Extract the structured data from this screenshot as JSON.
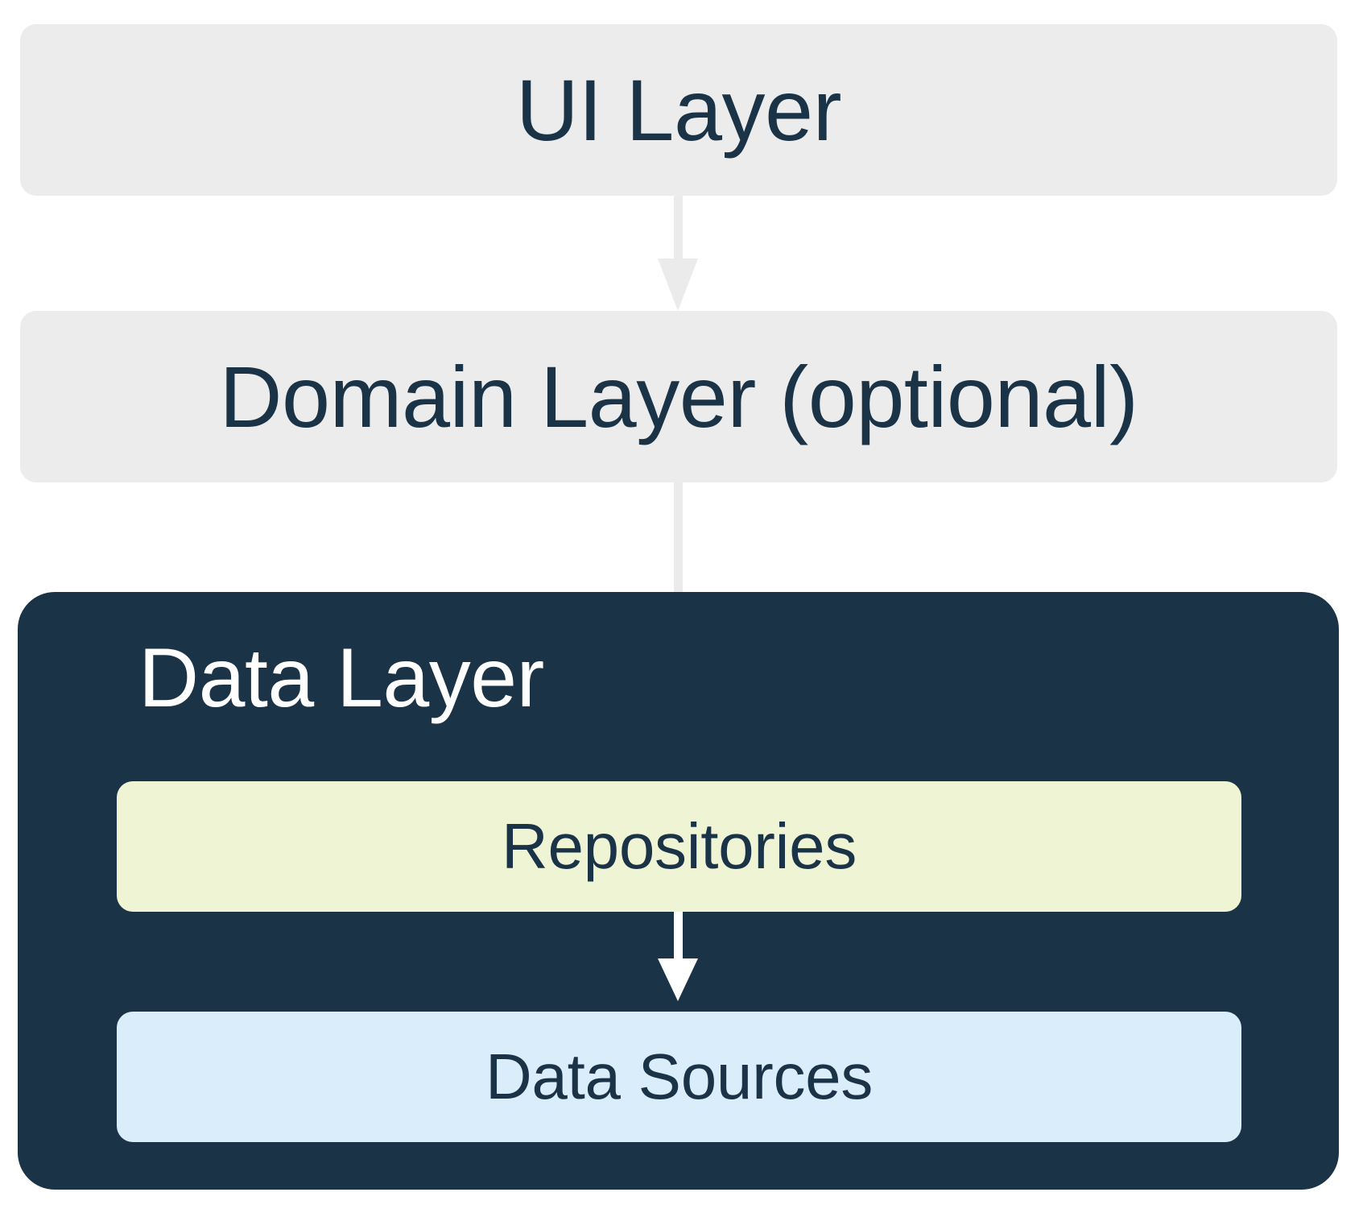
{
  "diagram": {
    "title": "Android app architecture layers",
    "colors": {
      "light_box_bg": "#ececec",
      "dark_box_bg": "#1b3347",
      "repositories_bg": "#eef4d4",
      "data_sources_bg": "#daedfb",
      "text_dark": "#1b3347",
      "text_light": "#ffffff",
      "arrow_grey": "#ebebeb",
      "arrow_white": "#ffffff",
      "page_bg": "#ffffff"
    },
    "nodes": {
      "ui_layer": {
        "label": "UI Layer"
      },
      "domain_layer": {
        "label": "Domain Layer (optional)"
      },
      "data_layer": {
        "label": "Data Layer"
      },
      "repositories": {
        "label": "Repositories"
      },
      "data_sources": {
        "label": "Data Sources"
      }
    },
    "edges": [
      {
        "name": "ui-to-domain",
        "from": "UI Layer",
        "to": "Domain Layer (optional)",
        "style": "arrow-down",
        "color": "#ebebeb"
      },
      {
        "name": "domain-to-repositories",
        "from": "Domain Layer (optional)",
        "to": "Repositories",
        "style": "arrow-down",
        "color": "#ffffff"
      },
      {
        "name": "repositories-to-data-sources",
        "from": "Repositories",
        "to": "Data Sources",
        "style": "arrow-down",
        "color": "#ffffff"
      }
    ]
  }
}
